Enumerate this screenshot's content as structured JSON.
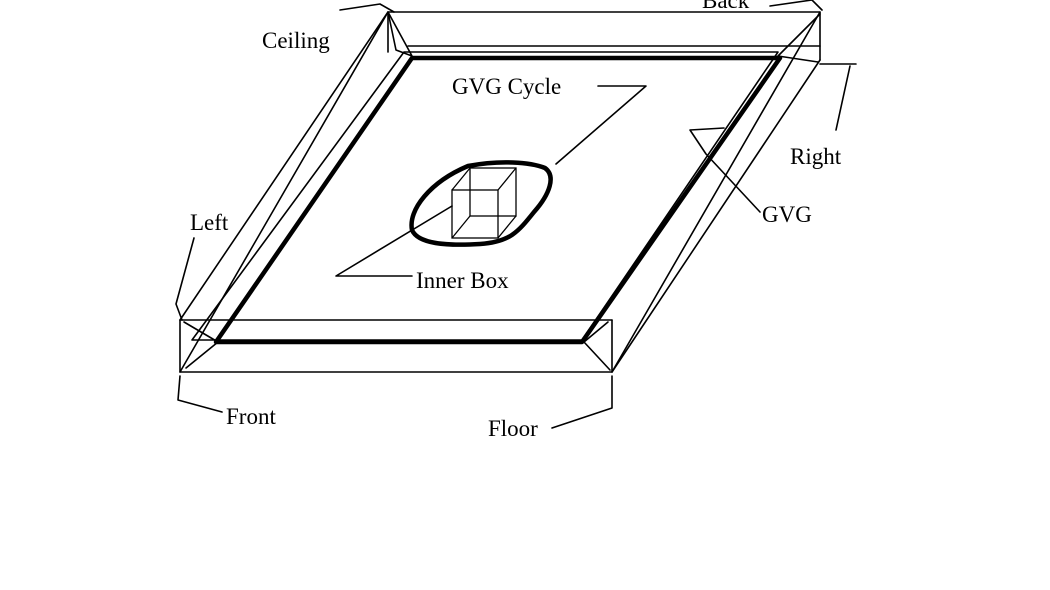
{
  "labels": {
    "ceiling": "Ceiling",
    "back": "Back",
    "gvg_cycle": "GVG Cycle",
    "right": "Right",
    "left": "Left",
    "gvg": "GVG",
    "inner_box": "Inner Box",
    "front": "Front",
    "floor": "Floor"
  },
  "colors": {
    "stroke": "#000000",
    "background": "#ffffff"
  }
}
